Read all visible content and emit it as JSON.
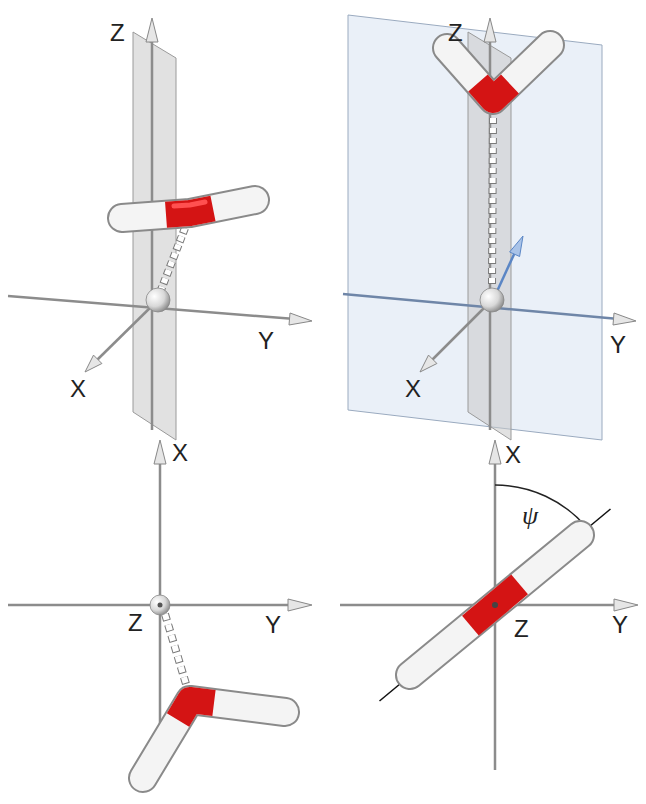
{
  "diagram": {
    "labels": [
      "Z",
      "Z",
      "Y",
      "Y",
      "X",
      "X",
      "X",
      "X",
      "ψ",
      "Y",
      "Y",
      "Z",
      "Z"
    ]
  }
}
